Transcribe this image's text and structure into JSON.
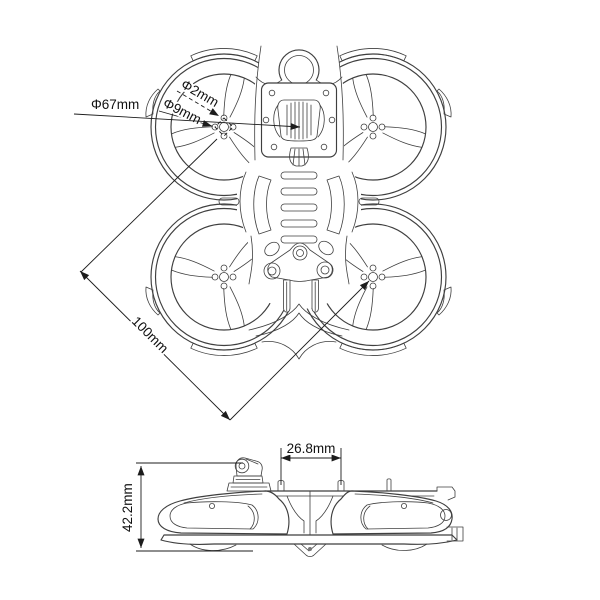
{
  "drawing": {
    "colors": {
      "background": "#ffffff",
      "linework": "#3f3f3f",
      "dimension_text": "#1c1c1c"
    },
    "top_view": {
      "dims": {
        "hole_diameter": "Φ2mm",
        "bolt_pattern_diameter": "Φ9mm",
        "duct_diameter": "Φ67mm",
        "wheelbase_diagonal": "100mm"
      }
    },
    "side_view": {
      "dims": {
        "camera_mount_spacing": "26.8mm",
        "overall_height": "42.2mm"
      }
    }
  }
}
